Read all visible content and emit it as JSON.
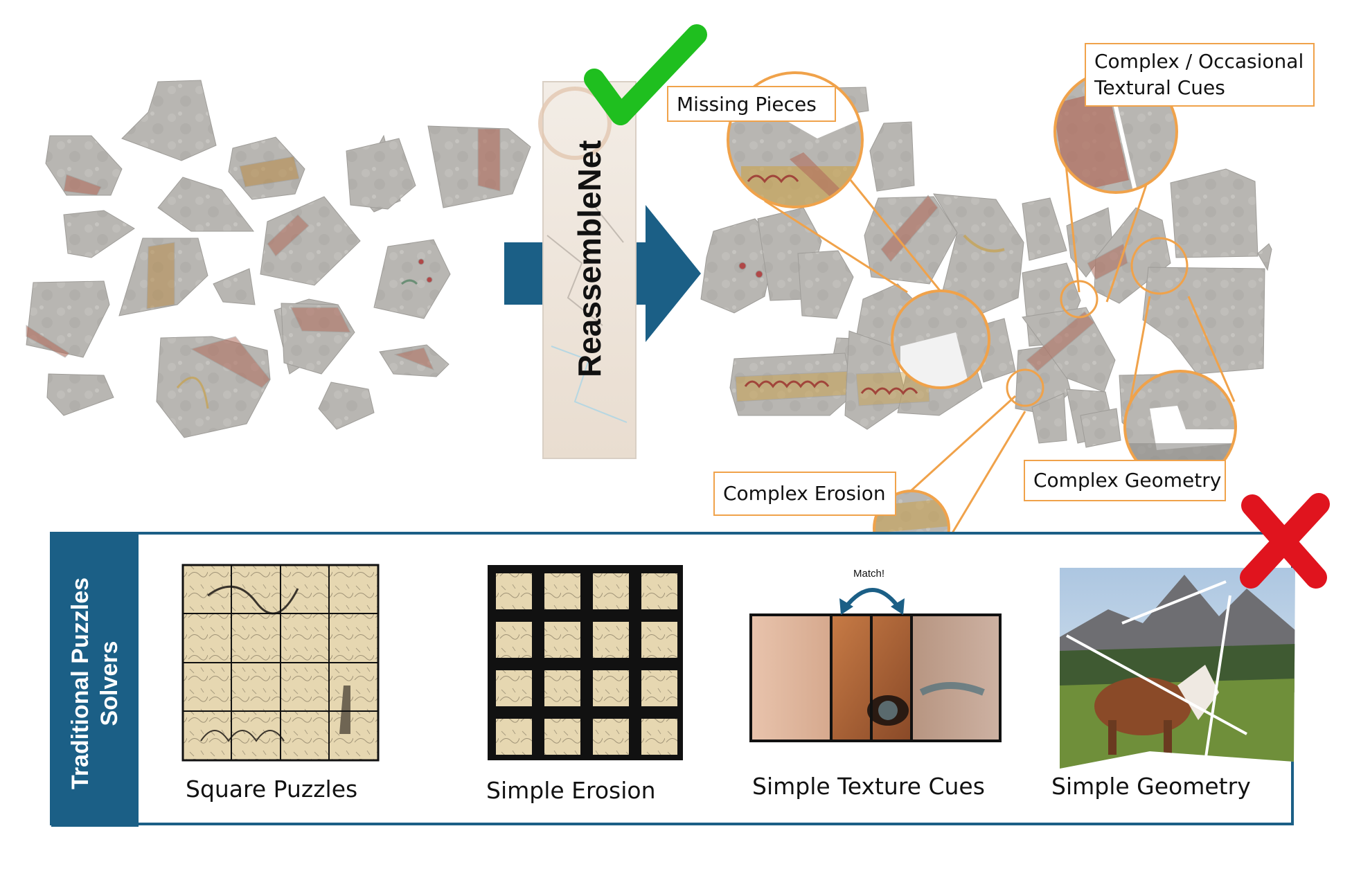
{
  "model": {
    "name": "ReassembleNet"
  },
  "status": {
    "success_icon": "check-mark-icon",
    "success_color": "#1fbf1f",
    "failure_icon": "cross-mark-icon",
    "failure_color": "#e0141e"
  },
  "callouts": {
    "missing_pieces": "Missing Pieces",
    "complex_textural_line1": "Complex / Occasional",
    "complex_textural_line2": "Textural Cues",
    "complex_erosion": "Complex Erosion",
    "complex_geometry": "Complex Geometry"
  },
  "traditional": {
    "label_line1": "Traditional Puzzles",
    "label_line2": "Solvers",
    "examples": [
      {
        "caption": "Square Puzzles"
      },
      {
        "caption": "Simple Erosion"
      },
      {
        "caption": "Simple Texture Cues",
        "match_label": "Match!"
      },
      {
        "caption": "Simple Geometry"
      }
    ]
  },
  "colors": {
    "accent_blue": "#1b5f86",
    "callout_orange": "#f0a24a",
    "fragment_gray": "#b9b7b3"
  }
}
